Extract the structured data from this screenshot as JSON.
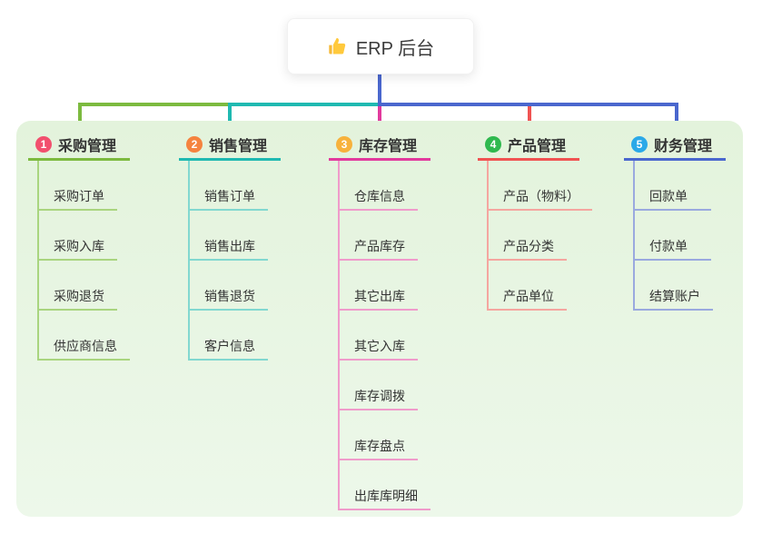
{
  "root": {
    "title": "ERP 后台",
    "icon": "thumbs-up-icon"
  },
  "colors": {
    "panel_background": "#E8F5E2",
    "root_stem": "#4A67CE"
  },
  "branches": [
    {
      "badge": "1",
      "label": "采购管理",
      "color": "#7CBA3F",
      "light_color": "#A9D57F",
      "badge_color": "#F2506E",
      "children": [
        "采购订单",
        "采购入库",
        "采购退货",
        "供应商信息"
      ]
    },
    {
      "badge": "2",
      "label": "销售管理",
      "color": "#1FB9B1",
      "light_color": "#82D8D0",
      "badge_color": "#F5833F",
      "children": [
        "销售订单",
        "销售出库",
        "销售退货",
        "客户信息"
      ]
    },
    {
      "badge": "3",
      "label": "库存管理",
      "color": "#E23A9D",
      "light_color": "#F09BCB",
      "badge_color": "#F7B23C",
      "children": [
        "仓库信息",
        "产品库存",
        "其它出库",
        "其它入库",
        "库存调拨",
        "库存盘点",
        "出库库明细"
      ]
    },
    {
      "badge": "4",
      "label": "产品管理",
      "color": "#F05352",
      "light_color": "#F5A6A0",
      "badge_color": "#2FB94F",
      "children": [
        "产品（物料）",
        "产品分类",
        "产品单位"
      ]
    },
    {
      "badge": "5",
      "label": "财务管理",
      "color": "#4A67CE",
      "light_color": "#9AA9DF",
      "badge_color": "#2BA9E8",
      "children": [
        "回款单",
        "付款单",
        "结算账户"
      ]
    }
  ]
}
